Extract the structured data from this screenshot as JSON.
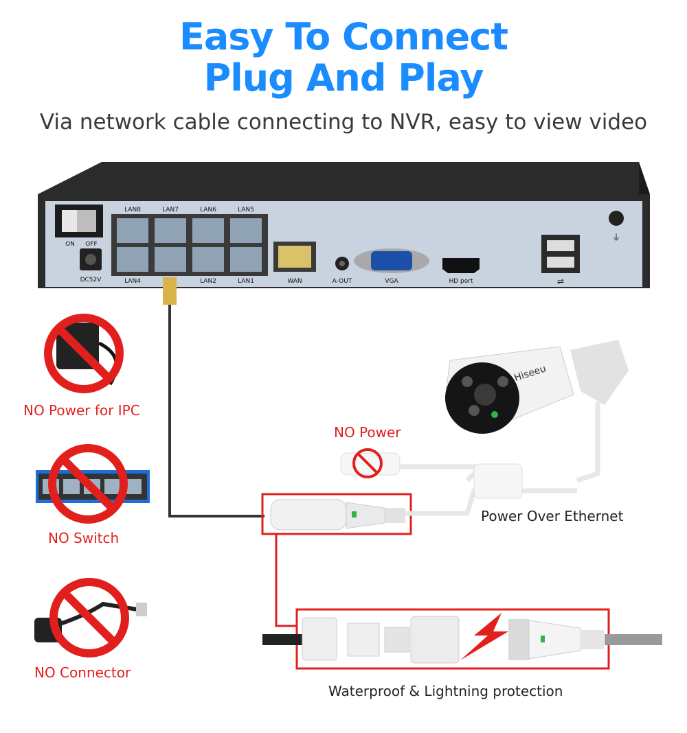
{
  "header": {
    "title_line1": "Easy To Connect",
    "title_line2": "Plug And Play",
    "subtitle": "Via network cable connecting to NVR, easy to view video"
  },
  "nvr": {
    "switch_on": "ON",
    "switch_off": "OFF",
    "dc_label": "DC52V",
    "lan_top": [
      "LAN8",
      "LAN7",
      "LAN6",
      "LAN5"
    ],
    "lan_bottom_left": "LAN4",
    "lan_bottom_right": [
      "LAN2",
      "LAN1"
    ],
    "wan": "WAN",
    "audio_out": "A-OUT",
    "vga": "VGA",
    "hdmi": "HD port"
  },
  "camera": {
    "brand": "Hiseeu"
  },
  "notes": {
    "no_power_ipc": "NO Power for IPC",
    "no_switch": "NO Switch",
    "no_connector": "NO Connector",
    "no_power": "NO Power",
    "poe": "Power Over Ethernet",
    "waterproof": "Waterproof & Lightning protection"
  },
  "colors": {
    "title": "#1a8cff",
    "warning": "#e1201e",
    "device": "#2b2b2b",
    "panel": "#c9d3e0"
  }
}
